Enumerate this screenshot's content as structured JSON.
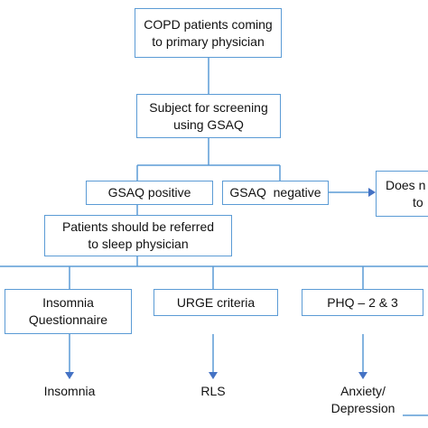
{
  "diagram": {
    "nodes": {
      "copd_patients": {
        "line1": "COPD patients coming",
        "line2": "to primary physician"
      },
      "screening": {
        "line1": "Subject for screening",
        "line2": "using GSAQ"
      },
      "gsaq_positive": {
        "label": "GSAQ positive"
      },
      "gsaq_negative": {
        "label": "GSAQ  negative"
      },
      "does_not": {
        "line1": "Does n",
        "line2": "to"
      },
      "referral": {
        "line1": "Patients should be referred",
        "line2": "to sleep physician"
      },
      "insomnia_questionnaire": {
        "line1": "Insomnia",
        "line2": "Questionnaire"
      },
      "urge_criteria": {
        "label": "URGE criteria"
      },
      "phq": {
        "label": "PHQ – 2 & 3"
      }
    },
    "outcomes": {
      "insomnia": "Insomnia",
      "rls": "RLS",
      "anxiety_line1": "Anxiety/",
      "anxiety_line2": "Depression"
    },
    "colors": {
      "box_border": "#5b9bd5",
      "connector": "#5b9bd5",
      "arrowhead": "#4472c4",
      "text": "#111111"
    }
  }
}
